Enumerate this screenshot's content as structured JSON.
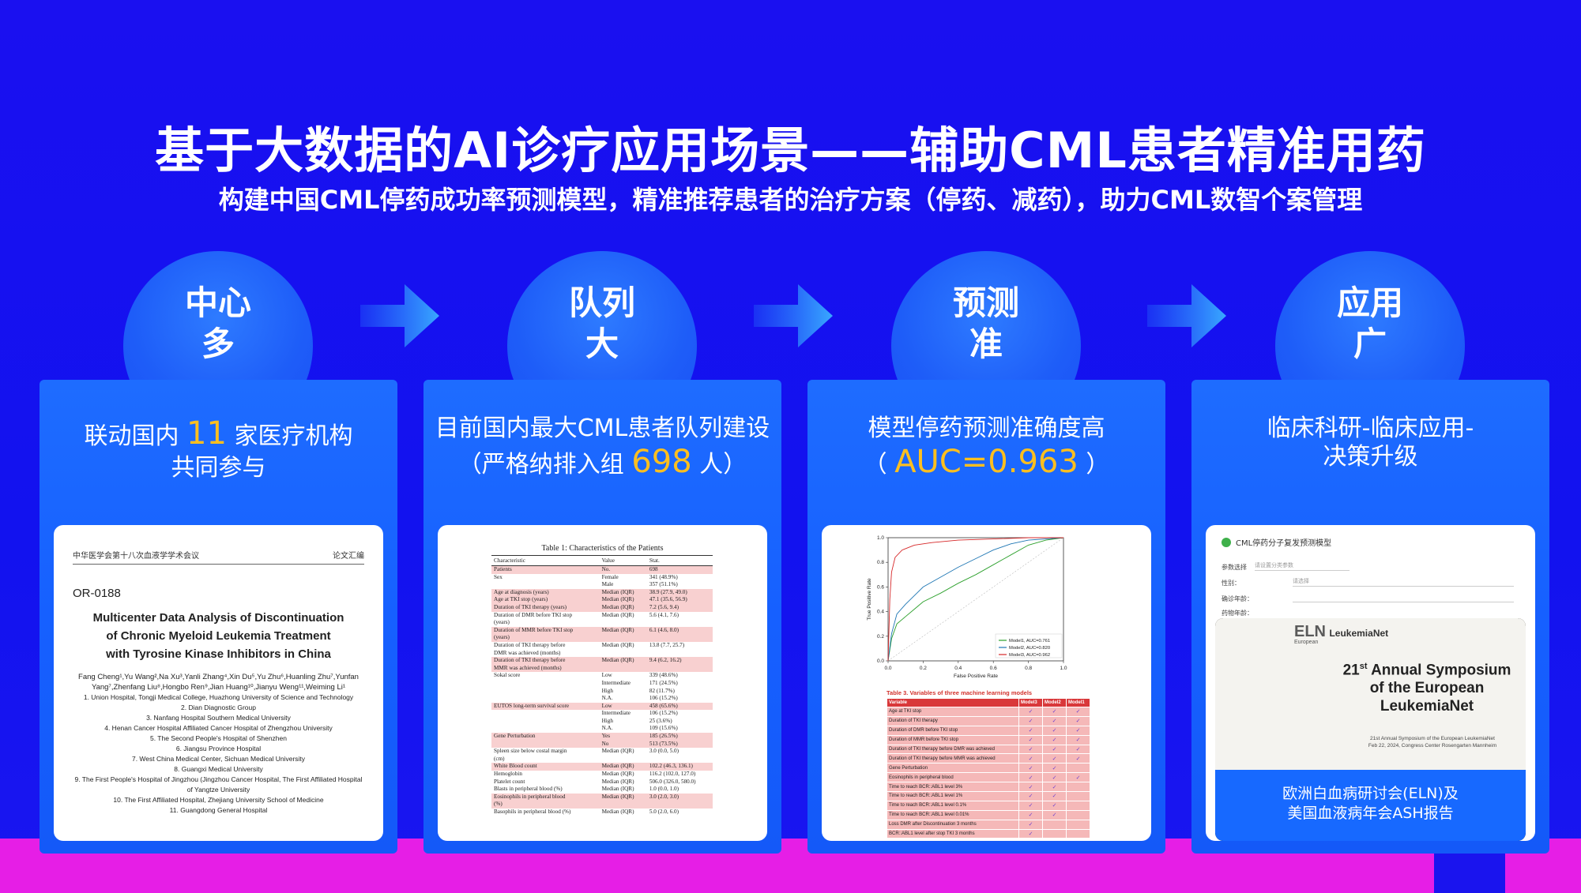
{
  "title": "基于大数据的AI诊疗应用场景——辅助CML患者精准用药",
  "subtitle": "构建中国CML停药成功率预测模型，精准推荐患者的治疗方案（停药、减药），助力CML数智个案管理",
  "colors": {
    "accent_yellow": "#ffbf1f",
    "background_blue": "#1414ef",
    "band_magenta": "#e61ee6"
  },
  "circles": [
    {
      "line1": "中心",
      "line2": "多"
    },
    {
      "line1": "队列",
      "line2": "大"
    },
    {
      "line1": "预测",
      "line2": "准"
    },
    {
      "line1": "应用",
      "line2": "广"
    }
  ],
  "cards": [
    {
      "pre": "联动国内",
      "highlight": "11",
      "post": "家医疗机构",
      "line2": "共同参与"
    },
    {
      "line1": "目前国内最大CML患者队列建设",
      "pre": "（严格纳排入组",
      "highlight": "698",
      "post": "人）"
    },
    {
      "line1": "模型停药预测准确度高",
      "pre": "（",
      "highlight": "AUC=0.963",
      "post": "）"
    },
    {
      "line1": "临床科研-临床应用-",
      "line2": "决策升级"
    }
  ],
  "paper": {
    "header_left": "中华医学会第十八次血液学学术会议",
    "header_right": "论文汇编",
    "id": "OR-0188",
    "title_lines": [
      "Multicenter Data Analysis of Discontinuation",
      "of Chronic Myeloid Leukemia Treatment",
      "with Tyrosine Kinase Inhibitors in China"
    ],
    "authors": "Fang Cheng¹,Yu Wang²,Na Xu³,Yanli Zhang⁴,Xin Du⁵,Yu Zhu⁶,Huanling Zhu⁷,Yunfan Yang⁷,Zhenfang Liu⁸,Hongbo Ren⁹,Jian Huang¹⁰,Jianyu Weng¹¹,Weiming Li¹",
    "affiliations": [
      "1. Union Hospital, Tongji Medical College, Huazhong University of Science and Technology",
      "2. Dian Diagnostic Group",
      "3. Nanfang Hospital Southern Medical University",
      "4. Henan Cancer Hospital Affiliated Cancer Hospital of Zhengzhou University",
      "5. The Second People's Hospital of Shenzhen",
      "6. Jiangsu Province Hospital",
      "7. West China Medical Center, Sichuan Medical University",
      "8. Guangxi Medical University",
      "9. The First People's Hospital of Jingzhou (Jingzhou Cancer Hospital, The First Affiliated Hospital of Yangtze University",
      "10. The First Affiliated Hospital, Zhejiang University School of Medicine",
      "11. Guangdong General Hospital"
    ]
  },
  "patient_table": {
    "caption": "Table 1: Characteristics of the Patients",
    "headers": [
      "Characteristic",
      "Value",
      "Stat."
    ],
    "rows": [
      {
        "c": "Patients",
        "v": "No.",
        "s": "698",
        "pink": true
      },
      {
        "c": "Sex",
        "v": "Female",
        "s": "341 (48.9%)"
      },
      {
        "c": "",
        "v": "Male",
        "s": "357 (51.1%)"
      },
      {
        "c": "Age at diagnosis (years)",
        "v": "Median (IQR)",
        "s": "38.9 (27.9, 49.0)",
        "pink": true
      },
      {
        "c": "Age at TKI stop (years)",
        "v": "Median (IQR)",
        "s": "47.1 (35.6, 56.9)",
        "pink": true
      },
      {
        "c": "Duration of TKI therapy (years)",
        "v": "Median (IQR)",
        "s": "7.2 (5.6, 9.4)",
        "pink": true
      },
      {
        "c": "Duration of DMR before TKI stop",
        "v": "Median (IQR)",
        "s": "5.6 (4.1, 7.6)"
      },
      {
        "c": "(years)",
        "v": "",
        "s": ""
      },
      {
        "c": "Duration of MMR before TKI stop",
        "v": "Median (IQR)",
        "s": "6.1 (4.6, 8.0)",
        "pink": true
      },
      {
        "c": "(years)",
        "v": "",
        "s": "",
        "pink": true
      },
      {
        "c": "Duration of TKI therapy before",
        "v": "Median (IQR)",
        "s": "13.8 (7.7, 25.7)"
      },
      {
        "c": "DMR was achieved (months)",
        "v": "",
        "s": ""
      },
      {
        "c": "Duration of TKI therapy before",
        "v": "Median (IQR)",
        "s": "9.4 (6.2, 16.2)",
        "pink": true
      },
      {
        "c": "MMR was achieved (months)",
        "v": "",
        "s": "",
        "pink": true
      },
      {
        "c": "Sokal score",
        "v": "Low",
        "s": "339 (48.6%)"
      },
      {
        "c": "",
        "v": "Intermediate",
        "s": "171 (24.5%)"
      },
      {
        "c": "",
        "v": "High",
        "s": "82 (11.7%)"
      },
      {
        "c": "",
        "v": "N.A.",
        "s": "106 (15.2%)"
      },
      {
        "c": "EUTOS long-term survival score",
        "v": "Low",
        "s": "458 (65.6%)",
        "pink": true
      },
      {
        "c": "",
        "v": "Intermediate",
        "s": "106 (15.2%)"
      },
      {
        "c": "",
        "v": "High",
        "s": "25 (3.6%)"
      },
      {
        "c": "",
        "v": "N.A.",
        "s": "109 (15.6%)"
      },
      {
        "c": "Gene Perturbation",
        "v": "Yes",
        "s": "185 (26.5%)",
        "pink": true
      },
      {
        "c": "",
        "v": "No",
        "s": "513 (73.5%)",
        "pink": true
      },
      {
        "c": "Spleen size below costal margin",
        "v": "Median (IQR)",
        "s": "3.0 (0.0, 5.0)"
      },
      {
        "c": "(cm)",
        "v": "",
        "s": ""
      },
      {
        "c": "White Blood count",
        "v": "Median (IQR)",
        "s": "102.2 (46.3, 136.1)",
        "pink": true
      },
      {
        "c": "Hemoglobin",
        "v": "Median (IQR)",
        "s": "116.2 (102.0, 127.0)"
      },
      {
        "c": "Platelet count",
        "v": "Median (IQR)",
        "s": "506.0 (326.0, 580.0)"
      },
      {
        "c": "Blasts in peripheral blood (%)",
        "v": "Median (IQR)",
        "s": "1.0 (0.0, 1.0)"
      },
      {
        "c": "Eosinophils in peripheral blood",
        "v": "Median (IQR)",
        "s": "3.0 (2.0, 3.0)",
        "pink": true
      },
      {
        "c": "(%)",
        "v": "",
        "s": "",
        "pink": true
      },
      {
        "c": "Basophils in peripheral blood (%)",
        "v": "Median (IQR)",
        "s": "5.0 (2.0, 6.0)"
      }
    ]
  },
  "roc": {
    "xlabel": "False Positive Rate",
    "ylabel": "True Positive Rate",
    "xticks": [
      "0.0",
      "0.2",
      "0.4",
      "0.6",
      "0.8",
      "1.0"
    ],
    "yticks": [
      "0.0",
      "0.2",
      "0.4",
      "0.6",
      "0.8",
      "1.0"
    ],
    "legend": [
      {
        "label": "Model1, AUC=0.761",
        "color": "#2ca02c"
      },
      {
        "label": "Model2, AUC=0.820",
        "color": "#1f77b4"
      },
      {
        "label": "Model3, AUC=0.962",
        "color": "#d62728"
      }
    ]
  },
  "var_table": {
    "caption": "Table 3. Variables of three machine learning models",
    "headers": [
      "Variable",
      "Model3",
      "Model2",
      "Model1"
    ],
    "rows": [
      {
        "name": "Age at TKI stop",
        "m3": "✓",
        "m2": "✓",
        "m1": "✓"
      },
      {
        "name": "Duration of TKI therapy",
        "m3": "✓",
        "m2": "✓",
        "m1": "✓"
      },
      {
        "name": "Duration of DMR before TKI stop",
        "m3": "✓",
        "m2": "✓",
        "m1": "✓"
      },
      {
        "name": "Duration of MMR before TKI stop",
        "m3": "✓",
        "m2": "✓",
        "m1": "✓"
      },
      {
        "name": "Duration of TKI therapy before DMR was achieved",
        "m3": "✓",
        "m2": "✓",
        "m1": "✓"
      },
      {
        "name": "Duration of TKI therapy before MMR was achieved",
        "m3": "✓",
        "m2": "✓",
        "m1": "✓"
      },
      {
        "name": "Gene Perturbation",
        "m3": "✓",
        "m2": "✓",
        "m1": ""
      },
      {
        "name": "Eosinophils in peripheral blood",
        "m3": "✓",
        "m2": "✓",
        "m1": "✓"
      },
      {
        "name": "Time to reach BCR::ABL1 level 3%",
        "m3": "✓",
        "m2": "✓",
        "m1": ""
      },
      {
        "name": "Time to reach BCR::ABL1 level 1%",
        "m3": "✓",
        "m2": "✓",
        "m1": ""
      },
      {
        "name": "Time to reach BCR::ABL1 level 0.1%",
        "m3": "✓",
        "m2": "✓",
        "m1": ""
      },
      {
        "name": "Time to reach BCR::ABL1 level 0.01%",
        "m3": "✓",
        "m2": "✓",
        "m1": ""
      },
      {
        "name": "Loss DMR after Discontinuation 3 months",
        "m3": "✓",
        "m2": "",
        "m1": ""
      },
      {
        "name": "BCR::ABL1 level after stop TKI 3 months",
        "m3": "✓",
        "m2": "",
        "m1": ""
      }
    ]
  },
  "app": {
    "title": "CML停药分子复发预测模型",
    "labels": [
      "参数选择",
      "性别：",
      "确诊年龄：",
      "药物年龄："
    ],
    "placeholders": [
      "请设置分类参数",
      "请选择"
    ],
    "icon": "leaf-logo-icon"
  },
  "symposium": {
    "logo": "ELN",
    "logo_net": "LeukemiaNet",
    "logo_sub": "European",
    "title_sup": "st",
    "title_num": "21",
    "title_lines": [
      "Annual Symposium",
      "of the European",
      "LeukemiaNet"
    ],
    "sub_line1": "21st Annual Symposium of the European LeukemiaNet",
    "sub_line2": "Feb 22, 2024, Congress Center Rosengarten Mannheim",
    "caption_line1": "欧洲白血病研讨会(ELN)及",
    "caption_line2": "美国血液病年会ASH报告"
  }
}
